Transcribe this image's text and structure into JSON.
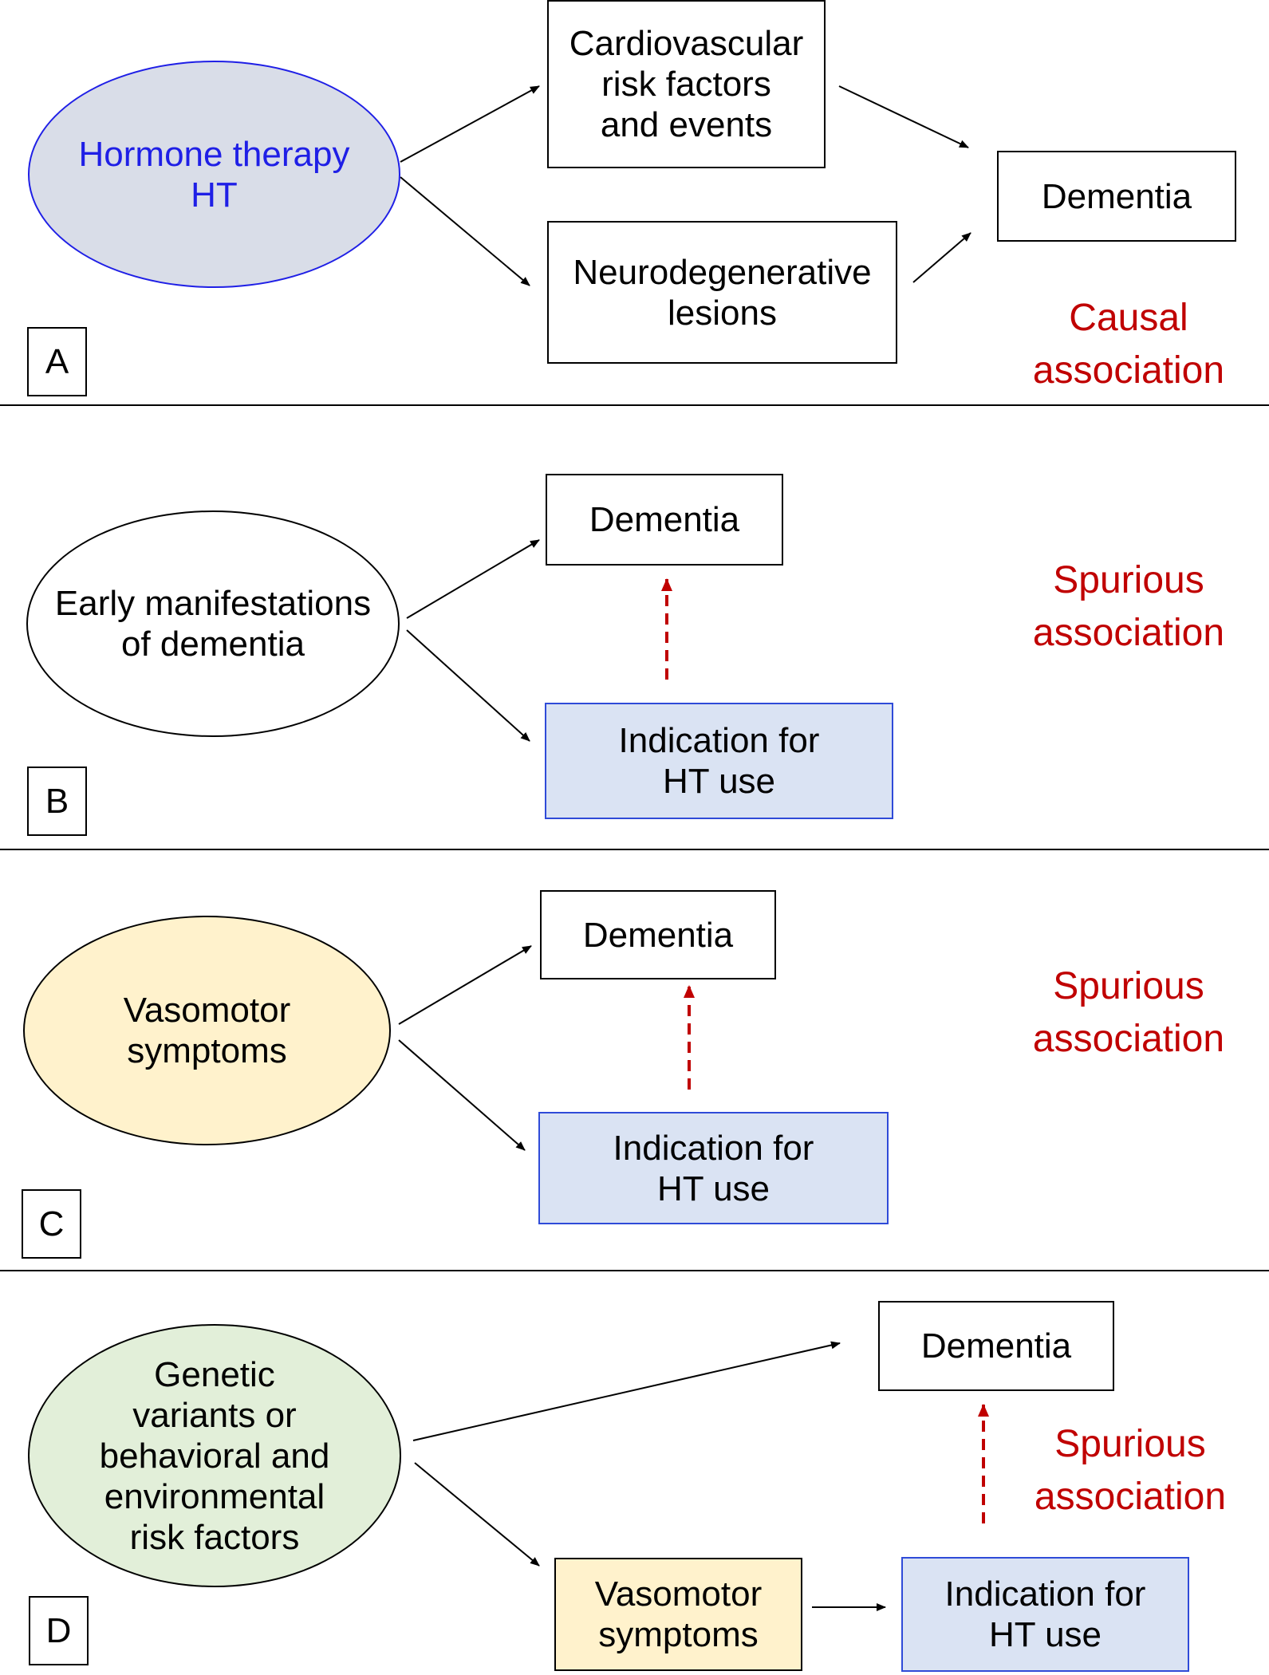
{
  "panels": {
    "A": {
      "letter": "A",
      "source": "Hormone therapy\nHT",
      "mediator_top": "Cardiovascular\nrisk factors\nand events",
      "mediator_bottom": "Neurodegenerative\nlesions",
      "outcome": "Dementia",
      "association": "Causal\nassociation"
    },
    "B": {
      "letter": "B",
      "source": "Early manifestations\nof dementia",
      "outcome": "Dementia",
      "indication": "Indication for\nHT use",
      "association": "Spurious\nassociation"
    },
    "C": {
      "letter": "C",
      "source": "Vasomotor\nsymptoms",
      "outcome": "Dementia",
      "indication": "Indication for\nHT use",
      "association": "Spurious\nassociation"
    },
    "D": {
      "letter": "D",
      "source": "Genetic\nvariants or\nbehavioral and\nenvironmental\nrisk factors",
      "outcome": "Dementia",
      "mediator": "Vasomotor\nsymptoms",
      "indication": "Indication for\nHT use",
      "association": "Spurious\nassociation"
    }
  },
  "colors": {
    "ht_blue_text": "#1f1fe6",
    "association_red": "#c00000",
    "blue_fill": "#dae3f3",
    "blue_border": "#2f4bd8",
    "grey_fill": "#d9dde8",
    "yellow_fill": "#fff2cc",
    "green_fill": "#e2efd9"
  }
}
